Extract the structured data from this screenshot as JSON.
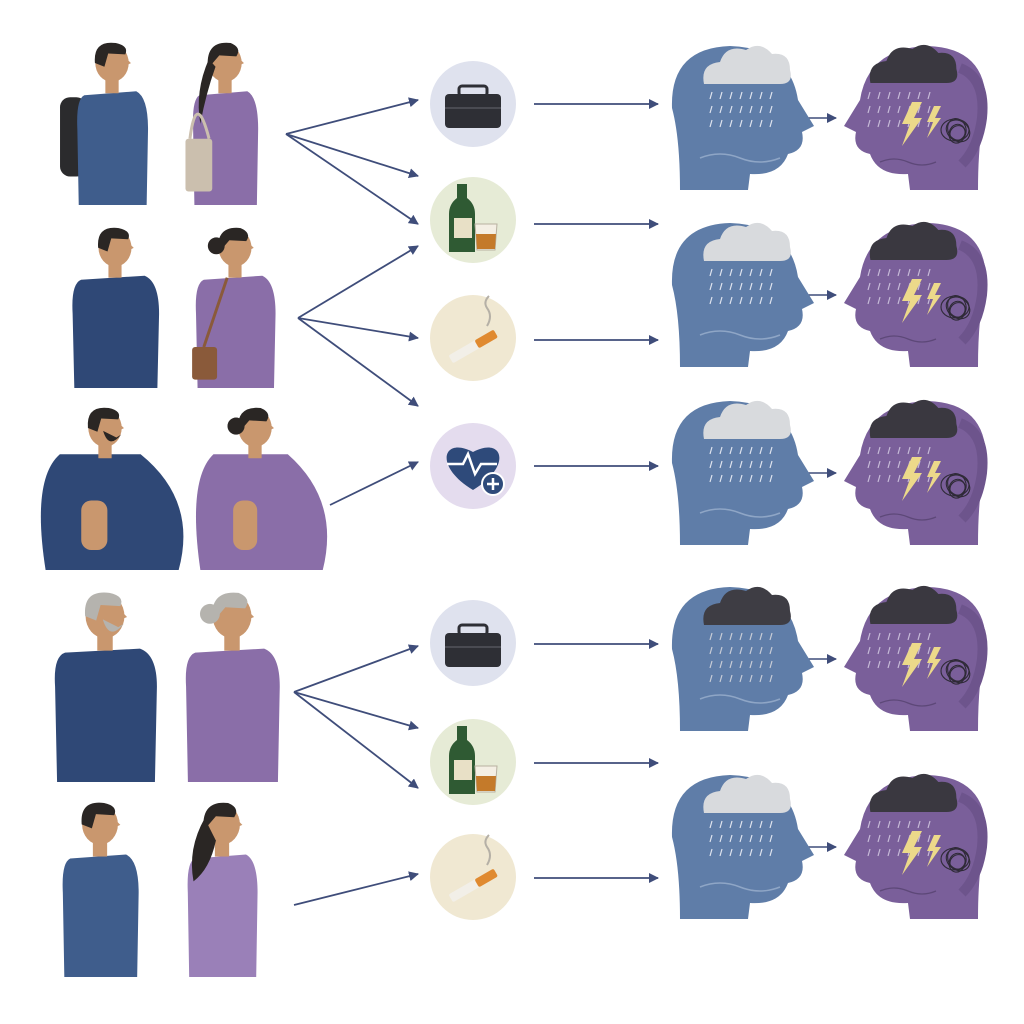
{
  "colors": {
    "background": "#ffffff",
    "male_shirt": "#3f5d8c",
    "male_shirt_dark": "#2f4876",
    "female_shirt": "#8a6ea8",
    "female_shirt_light": "#9a80b8",
    "skin": "#c9976e",
    "hair": "#2a2624",
    "gray_hair": "#b5b3ae",
    "arrow": "#3f4d7a",
    "head_blue": "#5f7da8",
    "head_purple": "#7a5f9a",
    "cloud_light": "#d8dadd",
    "cloud_dark": "#3a3840",
    "lightning": "#ecd98a",
    "badge_work": "#dfe2ee",
    "badge_alcohol": "#e6ebd6",
    "badge_smoking": "#f0e8d2",
    "badge_health": "#e4dcee"
  },
  "groups": [
    {
      "name": "young-adults",
      "people": [
        {
          "gender": "male",
          "build": "slim",
          "hair": "dark",
          "accessory": "backpack"
        },
        {
          "gender": "female",
          "build": "slim",
          "hair": "ponytail",
          "accessory": "tote-bag"
        }
      ],
      "factors": [
        "work",
        "alcohol"
      ]
    },
    {
      "name": "adults",
      "people": [
        {
          "gender": "male",
          "build": "average",
          "hair": "dark",
          "accessory": "none"
        },
        {
          "gender": "female",
          "build": "average",
          "hair": "bun",
          "accessory": "shoulder-bag"
        }
      ],
      "factors": [
        "smoking"
      ]
    },
    {
      "name": "overweight-adults",
      "people": [
        {
          "gender": "male",
          "build": "heavy",
          "hair": "dark-beard",
          "accessory": "none"
        },
        {
          "gender": "female",
          "build": "heavy",
          "hair": "bun",
          "accessory": "none"
        }
      ],
      "factors": [
        "health"
      ]
    },
    {
      "name": "older-adults",
      "people": [
        {
          "gender": "male",
          "build": "average",
          "hair": "gray-beard",
          "accessory": "none"
        },
        {
          "gender": "female",
          "build": "average",
          "hair": "gray-bun",
          "accessory": "none"
        }
      ],
      "factors": [
        "work",
        "alcohol"
      ]
    },
    {
      "name": "young-adults-2",
      "people": [
        {
          "gender": "male",
          "build": "slim",
          "hair": "dark",
          "accessory": "none"
        },
        {
          "gender": "female",
          "build": "slim",
          "hair": "long-wavy",
          "accessory": "none"
        }
      ],
      "factors": [
        "smoking"
      ]
    }
  ],
  "factors": [
    {
      "id": "work",
      "icon": "briefcase-icon"
    },
    {
      "id": "alcohol",
      "icon": "bottle-glass-icon"
    },
    {
      "id": "smoking",
      "icon": "cigarette-icon"
    },
    {
      "id": "health",
      "icon": "heart-plus-icon"
    }
  ],
  "outcome_pairs": [
    {
      "stage1": "rain-cloud-head",
      "stage2": "storm-lightning-head",
      "intensity": "moderate"
    },
    {
      "stage1": "rain-cloud-head",
      "stage2": "storm-lightning-head",
      "intensity": "moderate"
    },
    {
      "stage1": "rain-cloud-head",
      "stage2": "storm-lightning-head",
      "intensity": "moderate"
    },
    {
      "stage1": "dark-rain-cloud-head",
      "stage2": "storm-lightning-head",
      "intensity": "severe"
    },
    {
      "stage1": "rain-cloud-head",
      "stage2": "storm-lightning-head",
      "intensity": "moderate"
    }
  ]
}
